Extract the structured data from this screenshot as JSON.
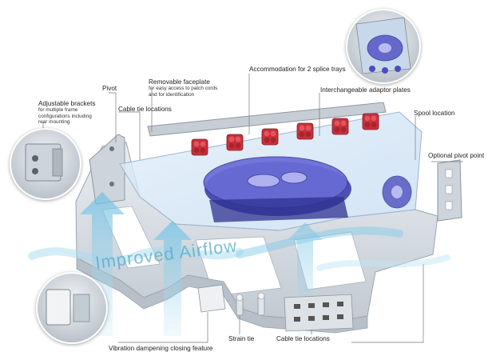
{
  "labels": {
    "pivot": "Pivot",
    "removable_faceplate": {
      "title": "Removable faceplate",
      "sub1": "for easy access to patch cords",
      "sub2": "and for identification"
    },
    "splice_trays": "Accommodation for 2 splice trays",
    "adaptor_plates": "Interchangeable adaptor plates",
    "adjustable_brackets": {
      "title": "Adjustable brackets",
      "sub1": "for multiple frame",
      "sub2": "configurations including",
      "sub3": "rear mounting"
    },
    "cable_tie_top": "Cable tie locations",
    "spool_location": "Spool location",
    "optional_pivot": "Optional pivot point",
    "vibration": "Vibration dampening closing feature",
    "strain_tie": "Strain tie",
    "cable_tie_bottom": "Cable tie locations"
  },
  "watermark": "Improved Airflow",
  "colors": {
    "tray_metal": "#d7dde4",
    "tray_edge": "#9aa4ae",
    "cover_glass": "#cfe3f6",
    "splice_purple": "#5a5cc8",
    "adapter_red": "#c8313b",
    "airflow": "#9fd3ea",
    "leader": "#7a7a7a"
  }
}
